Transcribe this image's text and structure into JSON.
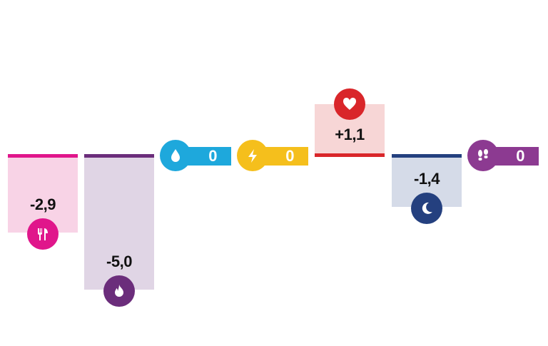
{
  "chart_data": {
    "type": "bar",
    "title": "",
    "xlabel": "",
    "ylabel": "",
    "categories": [
      "food",
      "calories",
      "water",
      "energy",
      "heart",
      "sleep",
      "steps"
    ],
    "values": [
      -2.9,
      -5.0,
      0,
      0,
      1.1,
      -1.4,
      0
    ],
    "labels": [
      "-2,9",
      "-5,0",
      "0",
      "0",
      "+1,1",
      "-1,4",
      "0"
    ],
    "icons": [
      "fork-knife-icon",
      "flame-icon",
      "water-drop-icon",
      "lightning-icon",
      "heart-icon",
      "moon-icon",
      "footprints-icon"
    ],
    "colors": [
      "#e0168b",
      "#6b2d7b",
      "#1ea8dc",
      "#f5bf1c",
      "#d9262a",
      "#24407f",
      "#8c3a91"
    ],
    "fills": [
      "#f8d3e6",
      "#e0d5e5",
      "#1ea8dc",
      "#f5bf1c",
      "#f7d6d6",
      "#d5dbe8",
      "#8c3a91"
    ]
  }
}
